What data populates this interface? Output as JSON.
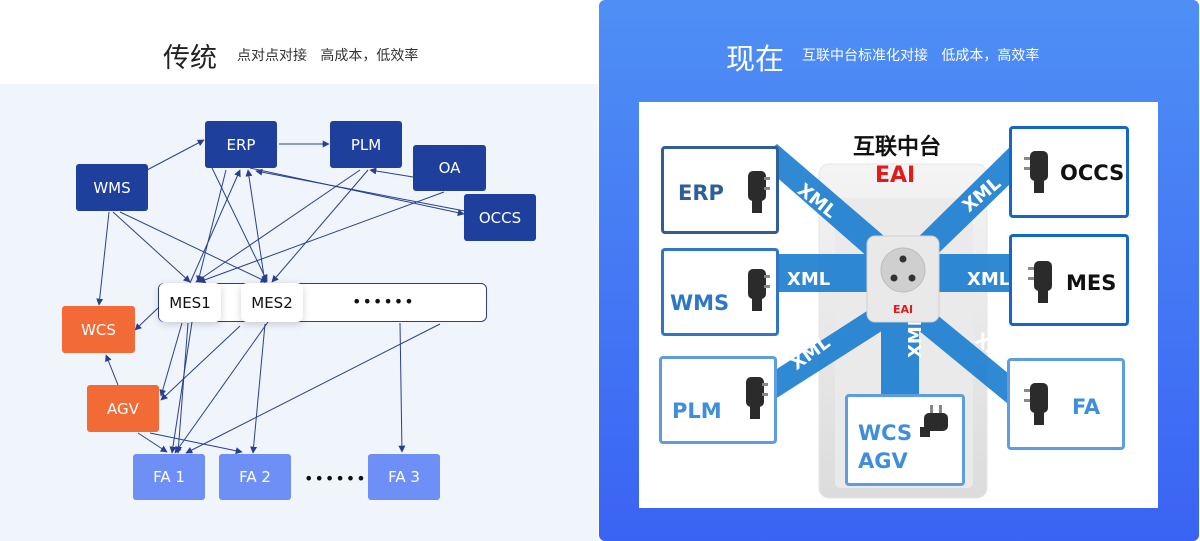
{
  "left": {
    "title": "传统",
    "subtitle": "点对点对接   高成本，低效率",
    "nodes": {
      "wms": "WMS",
      "erp": "ERP",
      "plm": "PLM",
      "oa": "OA",
      "occs": "OCCS",
      "wcs": "WCS",
      "agv": "AGV",
      "mes1": "MES1",
      "mes2": "MES2",
      "fa1": "FA 1",
      "fa2": "FA 2",
      "fa3": "FA 3"
    },
    "mes_more": "••••••",
    "fa_more": "••••••"
  },
  "right": {
    "title": "现在",
    "subtitle": "互联中台标准化对接   低成本，高效率",
    "hub": {
      "title": "互联中台",
      "name": "EAI",
      "socket_label": "EAI"
    },
    "systems": {
      "erp": "ERP",
      "wms": "WMS",
      "plm": "PLM",
      "occs": "OCCS",
      "mes": "MES",
      "fa": "FA",
      "wcs": "WCS",
      "agv": "AGV"
    },
    "protocol": "XML"
  },
  "colors": {
    "dark_node": "#1f3f9c",
    "orange_node": "#f26a35",
    "light_node": "#6e8ff5",
    "line": "#2a3f8f",
    "panel_top": "#4f8ff5",
    "panel_bottom": "#3a63f3",
    "band": "#1f7fd0",
    "eai_red": "#e21b1b"
  }
}
